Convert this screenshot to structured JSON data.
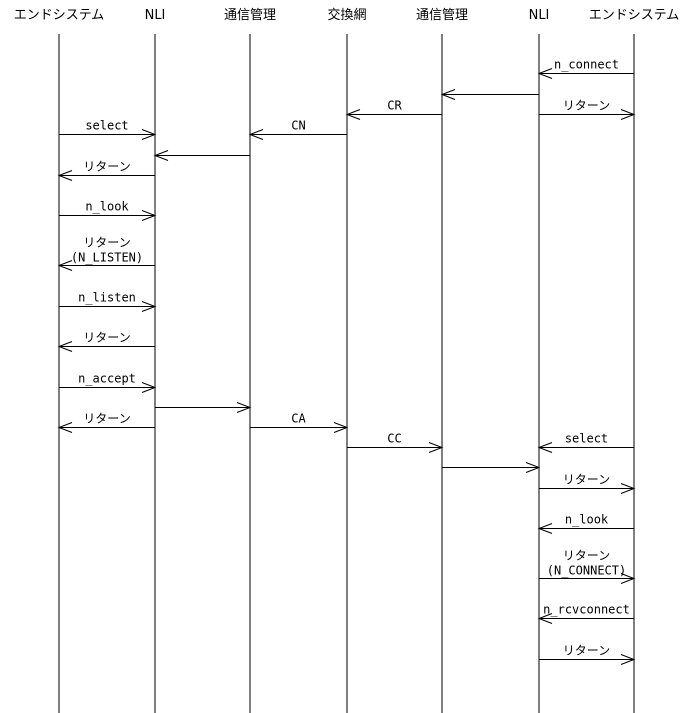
{
  "headers": [
    "エンドシステム",
    "NLI",
    "通信管理",
    "交換網",
    "通信管理",
    "NLI",
    "エンドシステム"
  ],
  "messages": [
    {
      "from": 6,
      "to": 5,
      "label": ""
    },
    {
      "from": 5,
      "to": 4,
      "label": ""
    },
    {
      "from": 4,
      "to": 3,
      "label": "CR"
    },
    {
      "from": 5,
      "to": 6,
      "label": "リターン"
    },
    {
      "from": 0,
      "to": 1,
      "label": "select"
    },
    {
      "from": 3,
      "to": 2,
      "label": "CN"
    },
    {
      "from": 2,
      "to": 1,
      "label": ""
    },
    {
      "from": 1,
      "to": 0,
      "label": "リターン"
    },
    {
      "from": 0,
      "to": 1,
      "label": "n_look"
    },
    {
      "from": 1,
      "to": 0,
      "label": "リターン"
    },
    {
      "from": 0,
      "to": 1,
      "label": "n_listen"
    },
    {
      "from": 1,
      "to": 0,
      "label": "リターン"
    },
    {
      "from": 0,
      "to": 1,
      "label": "n_accept"
    },
    {
      "from": 1,
      "to": 2,
      "label": ""
    },
    {
      "from": 1,
      "to": 0,
      "label": "リターン"
    },
    {
      "from": 2,
      "to": 3,
      "label": "CA"
    },
    {
      "from": 3,
      "to": 4,
      "label": "CC"
    },
    {
      "from": 6,
      "to": 5,
      "label": "select"
    },
    {
      "from": 4,
      "to": 5,
      "label": ""
    },
    {
      "from": 5,
      "to": 6,
      "label": "リターン"
    },
    {
      "from": 6,
      "to": 5,
      "label": "n_look"
    },
    {
      "from": 5,
      "to": 6,
      "label": "リターン"
    },
    {
      "from": 6,
      "to": 5,
      "label": "n_rcvconnect"
    },
    {
      "from": 5,
      "to": 6,
      "label": "リターン"
    }
  ],
  "notes": {
    "9": "(N_LISTEN)",
    "21": "(N_CONNECT)",
    "0": "n_connect"
  }
}
